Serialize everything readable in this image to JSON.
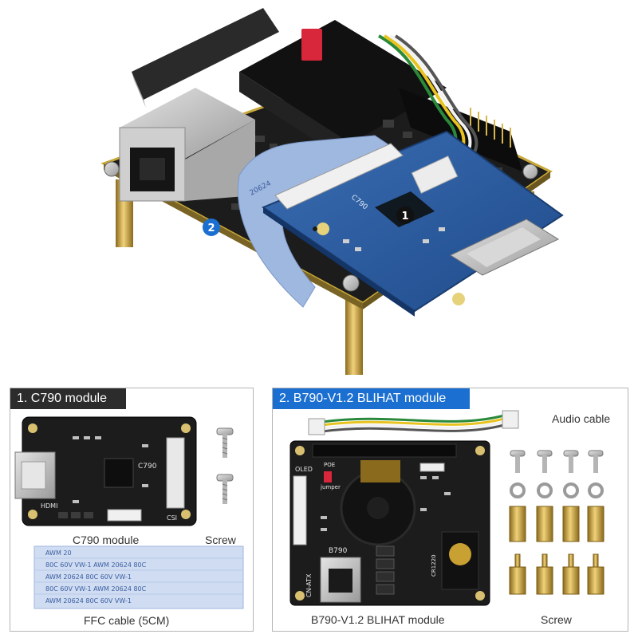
{
  "hero": {
    "callouts": [
      {
        "label": "1",
        "color": "#111111"
      },
      {
        "label": "2",
        "color": "#1a6fd1"
      }
    ],
    "silk": {
      "c790": "C790",
      "cable": "20624"
    }
  },
  "panel1": {
    "title": "1. C790 module",
    "module_caption": "C790 module",
    "screw_caption": "Screw",
    "ffc_caption": "FFC cable (5CM)",
    "board_labels": {
      "name": "C790",
      "hdmi": "HDMI",
      "csi": "CSI"
    },
    "ffc_text_rows": [
      "AWM 20",
      "80C 60V VW-1   AWM 20624 80C",
      "AWM 20624 80C 60V VW-1",
      "80C 60V VW-1   AWM 20624 80C",
      "AWM 20624 80C 60V VW-1"
    ]
  },
  "panel2": {
    "title": "2. B790-V1.2 BLIHAT module",
    "audio_caption": "Audio cable",
    "module_caption": "B790-V1.2 BLIHAT module",
    "screw_caption": "Screw",
    "board_labels": {
      "oled": "OLED",
      "poe": "POE",
      "jumper": "jumper",
      "name": "B790",
      "cn_atx": "CN-ATX",
      "cr1220": "CR1220"
    }
  },
  "colors": {
    "board_black": "#1c1c1c",
    "adapter_blue": "#2a5a9a",
    "brass": "#c9a032",
    "accent_blue": "#1a6fd1"
  }
}
